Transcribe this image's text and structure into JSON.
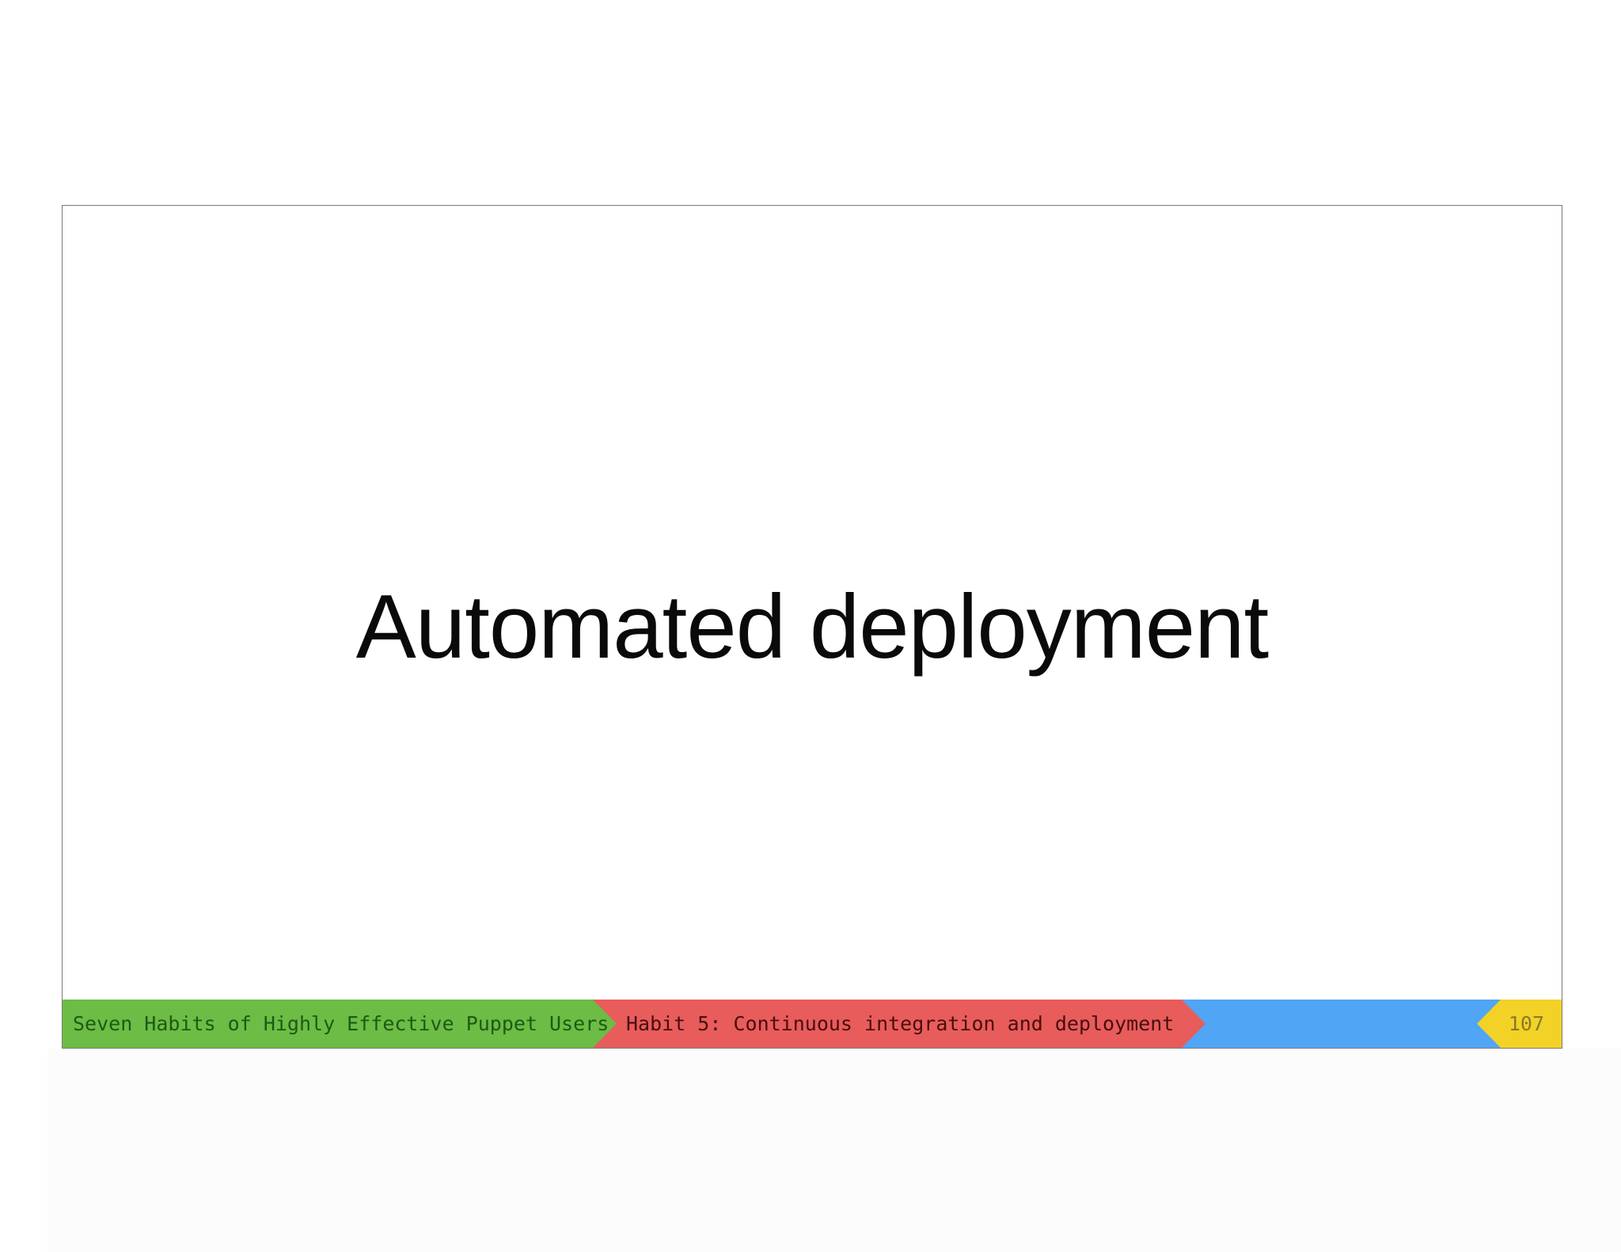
{
  "slide": {
    "title": "Automated deployment"
  },
  "footer": {
    "presentation_title": "Seven Habits of Highly Effective Puppet Users",
    "section_title": "Habit 5: Continuous integration and deployment",
    "page_number": "107",
    "colors": {
      "green": "#6cbc45",
      "red": "#e85c5c",
      "blue": "#51a5f5",
      "yellow": "#f2d226"
    }
  }
}
